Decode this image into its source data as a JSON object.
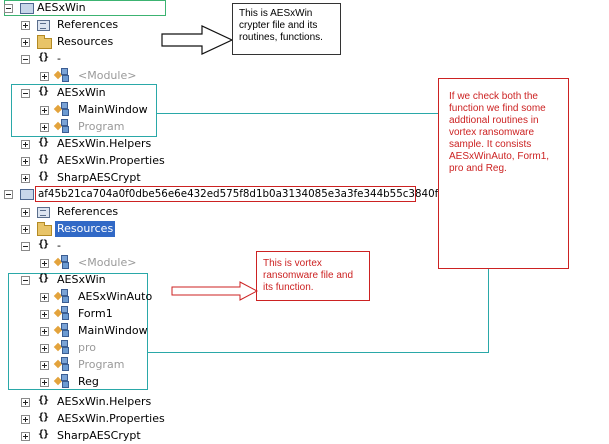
{
  "tree1": {
    "root": "AESxWin",
    "references": "References",
    "resources": "Resources",
    "ns_empty": "-",
    "module": "<Module>",
    "ns_main": "AESxWin",
    "mainwindow": "MainWindow",
    "program": "Program",
    "helpers": "AESxWin.Helpers",
    "properties": "AESxWin.Properties",
    "sharp": "SharpAESCrypt"
  },
  "tree2": {
    "root": "af45b21ca704a0f0dbe56e6e432ed575f8d1b0a3134085e3a3fe344b55c3840f",
    "references": "References",
    "resources": "Resources",
    "ns_empty": "-",
    "module": "<Module>",
    "ns_main": "AESxWin",
    "auto": "AESxWinAuto",
    "form1": "Form1",
    "mainwindow": "MainWindow",
    "pro": "pro",
    "program": "Program",
    "reg": "Reg",
    "helpers": "AESxWin.Helpers",
    "properties": "AESxWin.Properties",
    "sharp": "SharpAESCrypt"
  },
  "notes": {
    "crypter": "This is AESxWin crypter file and its routines, functions.",
    "compare": "If we check both the function we find some addtional routines in vortex ransomware sample. It consists AESxWinAuto, Form1, pro and Reg.",
    "vortex": "This is vortex ransomware file and its function."
  },
  "colors": {
    "highlight_green": "#3cb371",
    "highlight_teal": "#2aa8a8",
    "highlight_red": "#cc2222",
    "selection": "#3169c6"
  }
}
